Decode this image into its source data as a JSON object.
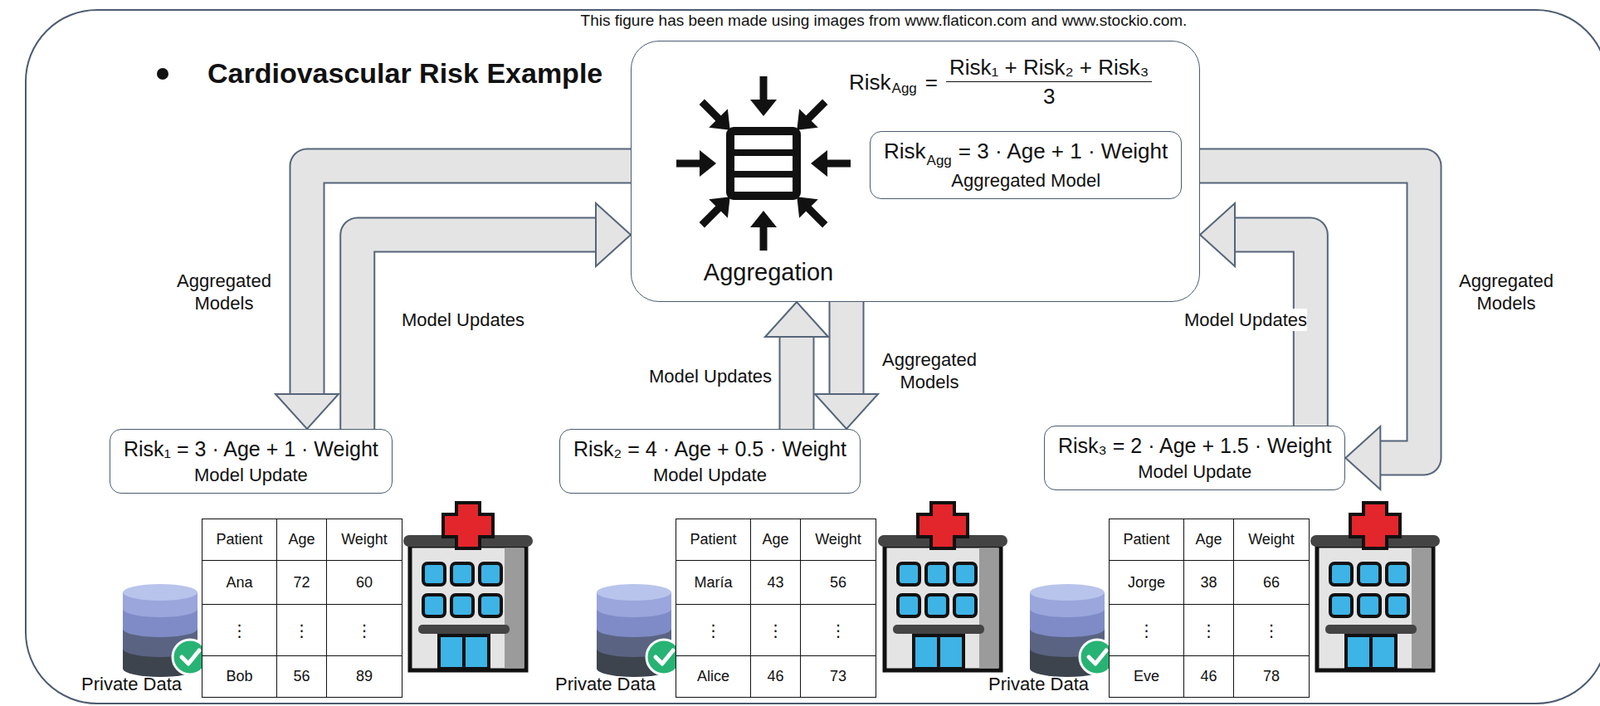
{
  "diagram": {
    "title": "Cardiovascular Risk Example",
    "nodes": [
      {
        "text": [
          "Risk",
          "Agg",
          "=",
          "Risk₁ + Risk₂ + Risk₃",
          "3",
          "Aggregation"
        ]
      },
      {
        "text": [
          "Risk",
          "Agg",
          "= 3 · Age + 1 · Weight",
          "Aggregated Model"
        ],
        "in": 0
      },
      {
        "text": [
          "Risk₁ = 3 · Age + 1 · Weight",
          "Model Update"
        ]
      },
      {
        "text": [
          "Risk₂ = 4 · Age + 0.5 · Weight",
          "Model Update"
        ]
      },
      {
        "text": [
          "Risk₃ = 2 · Age + 1.5 · Weight",
          "Model Update"
        ]
      }
    ],
    "edges": [
      {
        "from": 0,
        "to": 2,
        "label": "Aggregated Models",
        "arrow": "to"
      },
      {
        "from": 2,
        "to": 0,
        "label": "Model Updates",
        "arrow": "to"
      },
      {
        "from": 3,
        "to": 0,
        "label": "Model Updates",
        "arrow": "to"
      },
      {
        "from": 0,
        "to": 3,
        "label": "Aggregated Models",
        "arrow": "to"
      },
      {
        "from": 4,
        "to": 0,
        "label": "Model Updates",
        "arrow": "to"
      },
      {
        "from": 0,
        "to": 4,
        "label": "Aggregated Models",
        "arrow": "to"
      }
    ],
    "labels": [
      "This figure has been made using images from www.flaticon.com and www.stockio.com.",
      "Patient",
      "Age",
      "Weight",
      "Ana",
      "72",
      "60",
      "⋮",
      "⋮",
      "⋮",
      "Bob",
      "56",
      "89",
      "Private Data",
      "Patient",
      "Age",
      "Weight",
      "María",
      "43",
      "56",
      "⋮",
      "⋮",
      "⋮",
      "Alice",
      "46",
      "73",
      "Private Data",
      "Patient",
      "Age",
      "Weight",
      "Jorge",
      "38",
      "66",
      "⋮",
      "⋮",
      "⋮",
      "Eve",
      "46",
      "78",
      "Private Data"
    ]
  }
}
